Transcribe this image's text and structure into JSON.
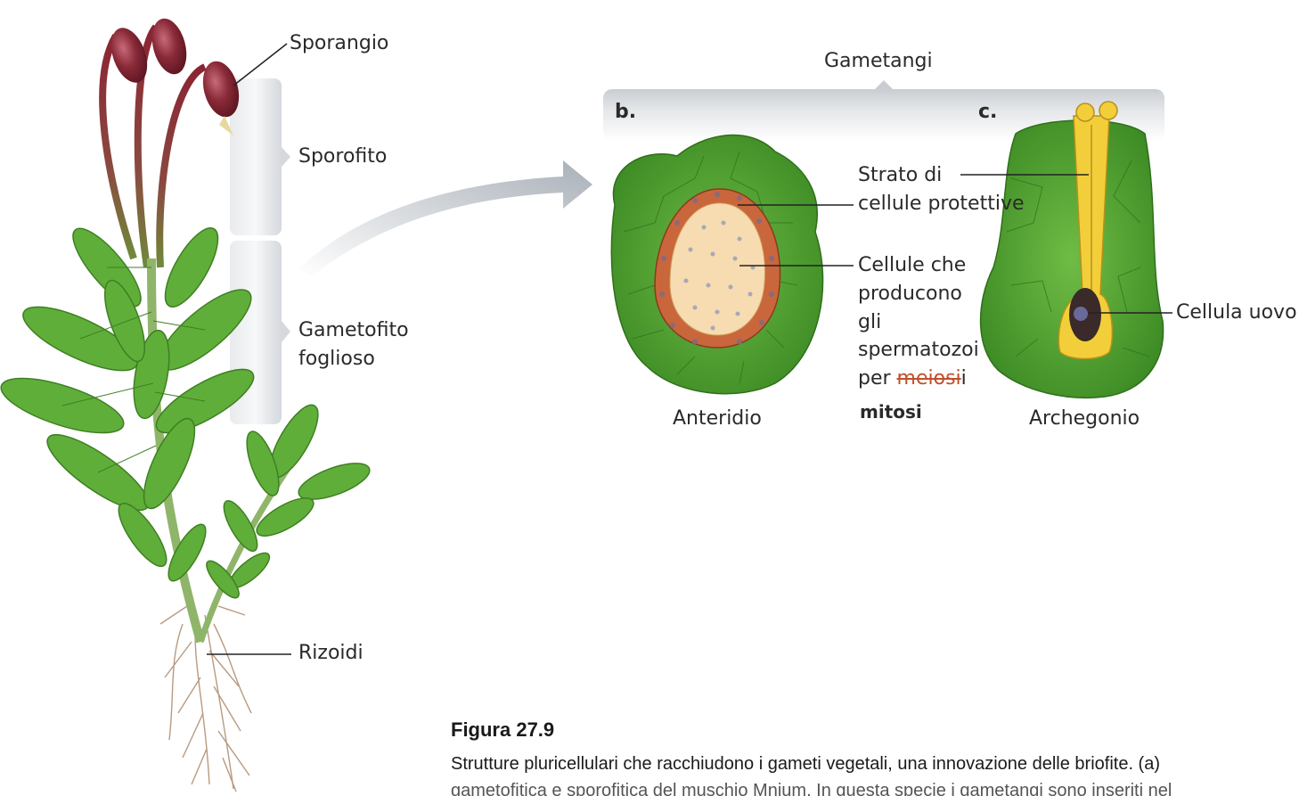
{
  "labels": {
    "sporangio": "Sporangio",
    "sporofito": "Sporofito",
    "gametofito_line1": "Gametofito",
    "gametofito_line2": "foglioso",
    "rizoidi": "Rizoidi",
    "gametangi": "Gametangi",
    "panel_b": "b.",
    "panel_c": "c.",
    "strato_line1": "Strato di",
    "strato_line2": "cellule protettive",
    "cellule_line1": "Cellule che",
    "cellule_line2": "producono",
    "cellule_line3": "gli",
    "cellule_line4": "spermatozoi",
    "cellule_line5_prefix": "per ",
    "cellule_struck": "meiosi",
    "cellule_handwritten_suffix": "i",
    "mitosi": "mitosi",
    "cellula_uovo": "Cellula uovo",
    "anteridio": "Anteridio",
    "archegonio": "Archegonio"
  },
  "caption": {
    "title": "Figura 27.9",
    "line1": "Strutture pluricellulari che racchiudono i gameti vegetali, una innovazione delle briofite. (a)",
    "line2": "gametofitica e sporofitica del muschio Mnium. In questa specie i gametangi sono inseriti nel"
  },
  "colors": {
    "leaf": "#5fae3a",
    "leaf_dark": "#3f8a25",
    "tissue": "#4f9e30",
    "sporangium": "#7a2030",
    "jacket": "#c9663c",
    "sperm_cells": "#f6dcb0",
    "archegonium": "#f2cf3a",
    "bar": "#d9dde2"
  },
  "icons": [
    "arrow-icon"
  ]
}
